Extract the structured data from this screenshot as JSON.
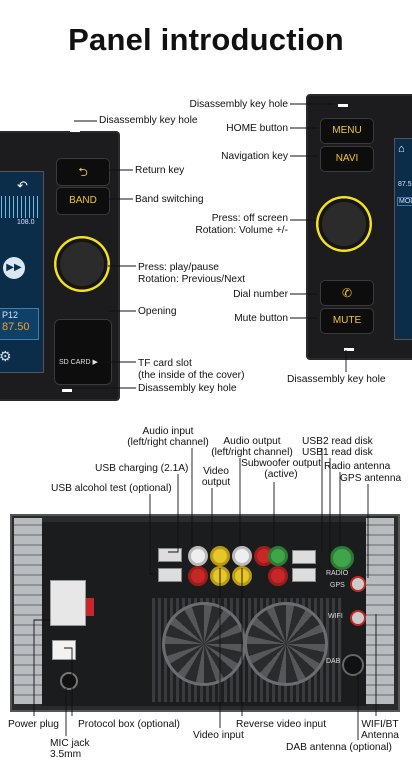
{
  "title": "Panel introduction",
  "left_panel": {
    "labels": {
      "disassembly_top": "Disassembly key hole",
      "return_key": "Return key",
      "band_switching": "Band switching",
      "knob_line1": "Press: play/pause",
      "knob_line2": "Rotation: Previous/Next",
      "opening": "Opening",
      "tf_line1": "TF card slot",
      "tf_line2": "(the inside of the cover)",
      "disassembly_bottom": "Disassembly key hole"
    },
    "buttons": {
      "band": "BAND",
      "sd_card": "SD CARD"
    },
    "screen_text": {
      "freq": "108.0",
      "preset": "P12",
      "freq2": "87.50"
    }
  },
  "right_panel": {
    "labels": {
      "disassembly_top": "Disassembly key hole",
      "home_button": "HOME button",
      "navigation_key": "Navigation key",
      "knob_line1": "Press: off screen",
      "knob_line2": "Rotation: Volume +/-",
      "dial_number": "Dial number",
      "mute_button": "Mute button",
      "disassembly_bottom": "Disassembly key hole"
    },
    "buttons": {
      "menu": "MENU",
      "navi": "NAVI",
      "mute": "MUTE"
    },
    "screen_text": {
      "freq": "87.5",
      "mode": "MOD"
    }
  },
  "rear": {
    "labels": {
      "audio_input_line1": "Audio input",
      "audio_input_line2": "(left/right channel)",
      "audio_output_line1": "Audio output",
      "audio_output_line2": "(left/right channel)",
      "usb2": "USB2 read disk",
      "usb1": "USB1 read disk",
      "usb_charging": "USB charging (2.1A)",
      "video_output_line1": "Video",
      "video_output_line2": "output",
      "subwoofer_line1": "Subwoofer output",
      "subwoofer_line2": "(active)",
      "radio_antenna": "Radio antenna",
      "gps_antenna": "GPS antenna",
      "usb_alcohol": "USB alcohol test (optional)",
      "power_plug": "Power plug",
      "protocol_box": "Protocol box (optional)",
      "reverse_video": "Reverse video input",
      "wifi_line1": "WIFI/BT",
      "wifi_line2": "Antenna",
      "mic_line1": "MIC jack",
      "mic_line2": "3.5mm",
      "video_input": "Video input",
      "dab_antenna": "DAB antenna (optional)"
    },
    "port_text": {
      "radio": "RADIO",
      "gps": "GPS",
      "wifi": "WIFI",
      "dab": "DAB"
    }
  },
  "colors": {
    "accent": "#f2c62c",
    "panel": "#1c1c1e",
    "screen": "#0b2d4a"
  }
}
